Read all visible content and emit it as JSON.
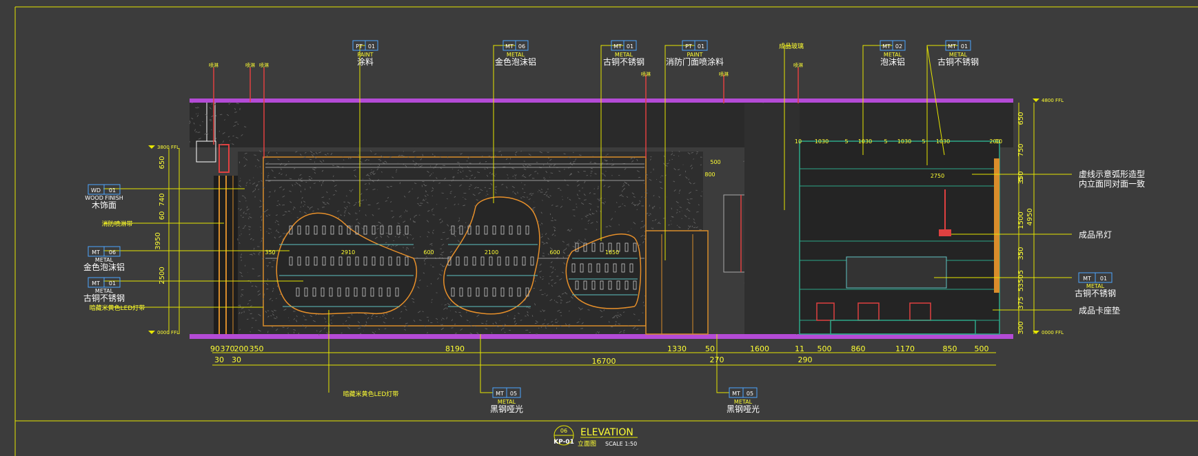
{
  "tags": [
    {
      "code": "PT",
      "num": "01",
      "cat": "PAINT",
      "desc": "涂料"
    },
    {
      "code": "MT",
      "num": "06",
      "cat": "METAL",
      "desc": "金色泡沫铝"
    },
    {
      "code": "MT",
      "num": "01",
      "cat": "METAL",
      "desc": "古铜不锈钢"
    },
    {
      "code": "PT",
      "num": "01",
      "cat": "PAINT",
      "desc": "消防门面喷涂料"
    },
    {
      "code": "MT",
      "num": "02",
      "cat": "METAL",
      "desc": "泡沫铝"
    },
    {
      "code": "MT",
      "num": "01",
      "cat": "METAL",
      "desc": "古铜不锈钢"
    }
  ],
  "bottom_tags": [
    {
      "code": "MT",
      "num": "05",
      "cat": "METAL",
      "desc": "黑钢哑光"
    },
    {
      "code": "MT",
      "num": "05",
      "cat": "METAL",
      "desc": "黑钢哑光"
    }
  ],
  "left_tags": [
    {
      "code": "WD",
      "num": "01",
      "cat": "WOOD FINISH",
      "desc": "木饰面"
    },
    {
      "code": "MT",
      "num": "06",
      "cat": "METAL",
      "desc": "金色泡沫铝"
    },
    {
      "code": "MT",
      "num": "01",
      "cat": "METAL",
      "desc": "古铜不锈钢"
    }
  ],
  "left_notes": [
    "消防喷淋带",
    "暗藏米黄色LED灯带"
  ],
  "top_notes": [
    "成品玻璃"
  ],
  "small_labels": [
    "喷淋",
    "喷淋",
    "喷淋",
    "喷淋",
    "喷淋",
    "喷淋"
  ],
  "right_tag": {
    "code": "MT",
    "num": "01",
    "cat": "METAL",
    "desc": "古铜不锈钢"
  },
  "right_notes": [
    "虚线示意弧形造型",
    "内立面同对面一致",
    "成品吊灯",
    "成品卡座垫"
  ],
  "bottom_note": "暗藏米黄色LED灯带",
  "levels": [
    "4800 FFL",
    "3800 FFL",
    "0000 FFL",
    "0000 FFL"
  ],
  "left_dims": [
    "650",
    "740",
    "60",
    "2500",
    "3950"
  ],
  "right_dims": [
    "650",
    "750",
    "5",
    "350",
    "1500",
    "5",
    "350",
    "5",
    "350",
    "5",
    "375",
    "300",
    "4950"
  ],
  "bottom_dims_row1": [
    "90",
    "370",
    "200",
    "350",
    "8190",
    "1330",
    "50",
    "1600",
    "11",
    "500",
    "860",
    "1170",
    "850",
    "500"
  ],
  "bottom_dims_row2": [
    "30",
    "30",
    "270",
    "290"
  ],
  "total_dim": "16700",
  "top_dims": [
    "10",
    "1030",
    "5",
    "1030",
    "5",
    "1030",
    "5",
    "1030",
    "200",
    "10"
  ],
  "inner_dims": [
    "2910",
    "600",
    "2100",
    "600",
    "1650",
    "350",
    "500",
    "800",
    "2750"
  ],
  "title": {
    "circle_top": "06",
    "circle_bottom": "KP-01",
    "main": "ELEVATION",
    "sub": "立面图",
    "scale": "SCALE   1:50"
  }
}
